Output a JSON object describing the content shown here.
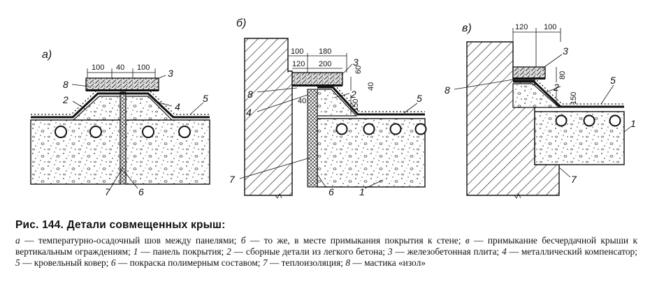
{
  "panels": [
    {
      "letter": "а)",
      "dims_top": [
        "100",
        "40",
        "100"
      ],
      "numbers": [
        "8",
        "3",
        "2",
        "4",
        "5",
        "7",
        "6"
      ]
    },
    {
      "letter": "б)",
      "dims_top": [
        "100",
        "180",
        "120",
        "200"
      ],
      "dims_side": [
        "60",
        "40",
        "150"
      ],
      "numbers": [
        "3",
        "8",
        "2",
        "5",
        "4",
        "40",
        "7",
        "6",
        "1"
      ]
    },
    {
      "letter": "в)",
      "dims_top": [
        "120",
        "100"
      ],
      "dims_side": [
        "80",
        "150"
      ],
      "numbers": [
        "3",
        "8",
        "2",
        "5",
        "1",
        "7"
      ]
    }
  ],
  "caption": {
    "title": "Рис. 144. Детали совмещенных крыш:",
    "segments": [
      {
        "k": "а",
        "t": " — температурно-осадочный шов между панелями; "
      },
      {
        "k": "б",
        "t": " — то же, в месте примыкания покрытия к стене; "
      },
      {
        "k": "в",
        "t": " — примыкание бесчердачной крыши к вертикальным ограждениям; "
      },
      {
        "k": "1",
        "t": " — панель покрытия; "
      },
      {
        "k": "2",
        "t": " — сборные детали из легкого бетона; "
      },
      {
        "k": "3",
        "t": " — железобетонная плита; "
      },
      {
        "k": "4",
        "t": " — металлический компенсатор; "
      },
      {
        "k": "5",
        "t": " — кровельный ковер; "
      },
      {
        "k": "6",
        "t": " — покраска полимерным составом; "
      },
      {
        "k": "7",
        "t": " — теплоизоляция; "
      },
      {
        "k": "8",
        "t": " — мастика «изол»"
      }
    ]
  }
}
